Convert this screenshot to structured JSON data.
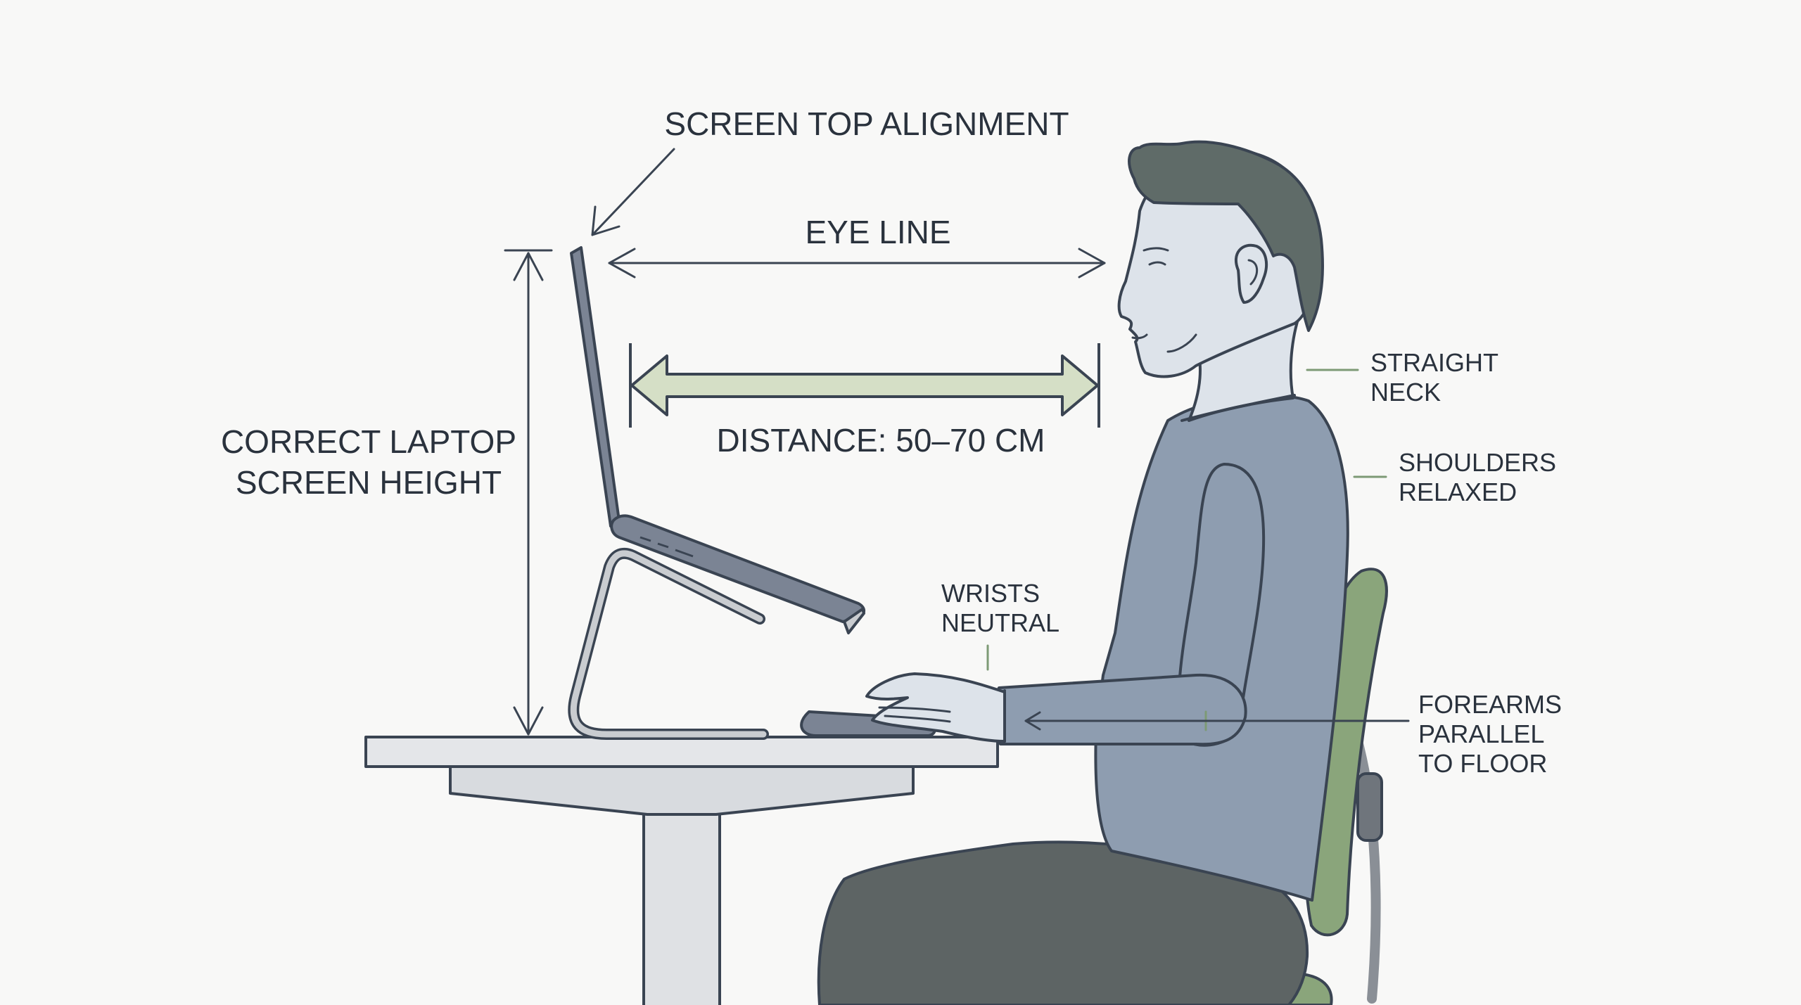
{
  "labels": {
    "screen_top_alignment": "SCREEN TOP ALIGNMENT",
    "eye_line": "EYE LINE",
    "correct_height_line1": "CORRECT LAPTOP",
    "correct_height_line2": "SCREEN HEIGHT",
    "distance": "DISTANCE: 50–70 CM",
    "straight_neck_line1": "STRAIGHT",
    "straight_neck_line2": "NECK",
    "shoulders_line1": "SHOULDERS",
    "shoulders_line2": "RELAXED",
    "wrists_line1": "WRISTS",
    "wrists_line2": "NEUTRAL",
    "forearms_line1": "FOREARMS",
    "forearms_line2": "PARALLEL",
    "forearms_line3": "TO FLOOR"
  },
  "colors": {
    "background": "#f8f8f7",
    "outline": "#3a4452",
    "skin": "#dde3ea",
    "hair": "#5f6b68",
    "shirt": "#8e9db0",
    "pants": "#5d6464",
    "chair": "#8aa57b",
    "chair_frame": "#8a8f96",
    "desk": "#e4e6e9",
    "laptop": "#7b8494",
    "stand": "#c9ccd0",
    "distance_arrow": "#d5dfc6",
    "callout_line": "#7d9a75"
  }
}
